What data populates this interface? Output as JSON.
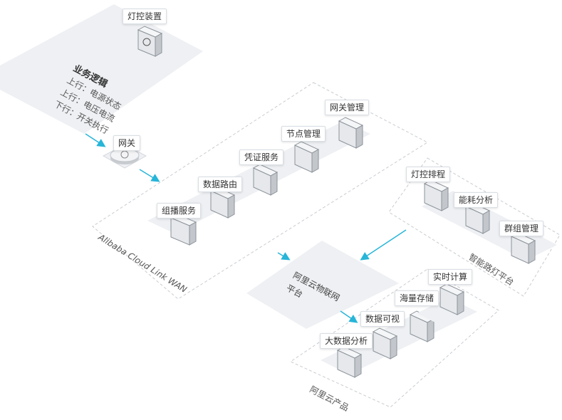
{
  "device": {
    "label": "灯控装置"
  },
  "business": {
    "title": "业务逻辑",
    "lines": [
      "上行：电源状态",
      "上行：电压电流",
      "下行：开关执行"
    ]
  },
  "gateway": {
    "label": "网关"
  },
  "wan": {
    "title": "Alibaba Cloud Link WAN",
    "services": [
      "组播服务",
      "数据路由",
      "凭证服务",
      "节点管理",
      "网关管理"
    ]
  },
  "iot_platform": {
    "lines": [
      "阿里云物联网",
      "平台"
    ]
  },
  "smart_light": {
    "title": "智能路灯平台",
    "items": [
      "灯控排程",
      "能耗分析",
      "群组管理"
    ]
  },
  "cloud_products": {
    "title": "阿里云产品",
    "items": [
      "大数据分析",
      "数据可视",
      "海量存储",
      "实时计算"
    ]
  },
  "colors": {
    "arrow": "#27b5d8",
    "panel": "#eef0f3",
    "dash": "#c9ccd1"
  }
}
